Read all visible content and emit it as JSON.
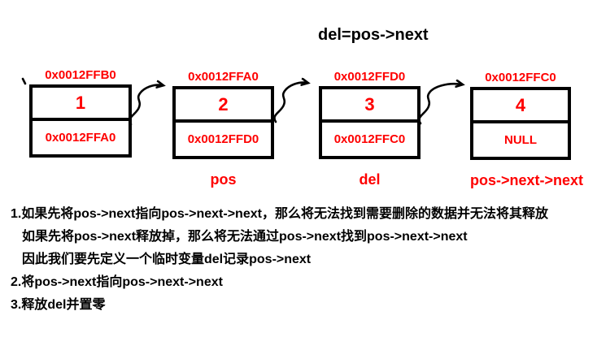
{
  "title": "del=pos->next",
  "nodes": [
    {
      "address": "0x0012FFB0",
      "value": "1",
      "next": "0x0012FFA0",
      "label": ""
    },
    {
      "address": "0x0012FFA0",
      "value": "2",
      "next": "0x0012FFD0",
      "label": "pos"
    },
    {
      "address": "0x0012FFD0",
      "value": "3",
      "next": "0x0012FFC0",
      "label": "del"
    },
    {
      "address": "0x0012FFC0",
      "value": "4",
      "next": "NULL",
      "label": "pos->next->next"
    }
  ],
  "notes": [
    "1.如果先将pos->next指向pos->next->next，那么将无法找到需要删除的数据并无法将其释放",
    "如果先将pos->next释放掉，那么将无法通过pos->next找到pos->next->next",
    "因此我们要先定义一个临时变量del记录pos->next",
    "2.将pos->next指向pos->next->next",
    "3.释放del并置零"
  ],
  "colors": {
    "accent_red": "#fe0000",
    "text": "#000000",
    "background": "#ffffff"
  }
}
